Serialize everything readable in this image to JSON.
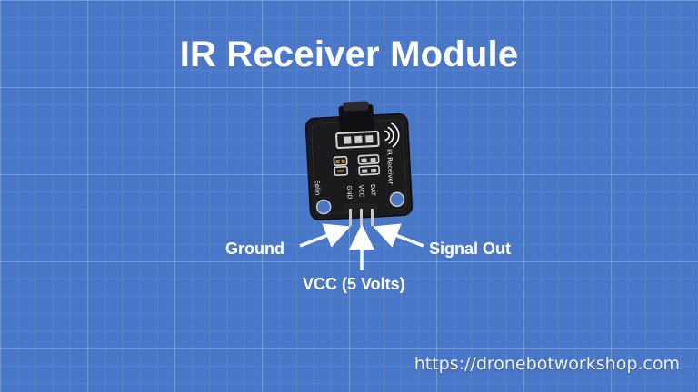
{
  "title": "IR Receiver Module",
  "pin_labels": {
    "ground": "Ground",
    "vcc": "VCC (5 Volts)",
    "signal": "Signal Out"
  },
  "board": {
    "silkscreen_name": "IR Receiver",
    "pin_marks": [
      "GND",
      "VCC",
      "DAT"
    ],
    "brand": "Eelin"
  },
  "footer": {
    "url": "https://dronebotworkshop.com"
  },
  "colors": {
    "background": "#4a78c8",
    "board": "#1b1b1d",
    "text": "#ffffff"
  }
}
